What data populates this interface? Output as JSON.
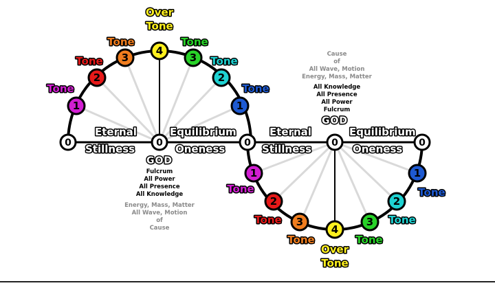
{
  "labels": {
    "over": "Over",
    "tone": "Tone",
    "eternal": "Eternal",
    "stillness": "Stillness",
    "equilibrium": "Equilibrium",
    "oneness": "Oneness",
    "god": "GOD",
    "cause": "Cause",
    "of": "of",
    "all_wave_motion": "All Wave, Motion",
    "energy_mass_matter": "Energy, Mass, Matter",
    "all_knowledge": "All Knowledge",
    "all_presence": "All Presence",
    "all_power": "All Power",
    "fulcrum": "Fulcrum"
  },
  "nodes": {
    "zero": "0",
    "one": "1",
    "two": "2",
    "three": "3",
    "four": "4"
  },
  "colors": {
    "tone1": "#d21ed2",
    "tone2": "#e61919",
    "tone3": "#f07d1e",
    "tone4": "#fff01e",
    "tone5": "#28d228",
    "tone6": "#1ed2d2",
    "tone7": "#1e5ad2",
    "gray": "#8a8a8a",
    "spoke": "#d9d9d9"
  }
}
